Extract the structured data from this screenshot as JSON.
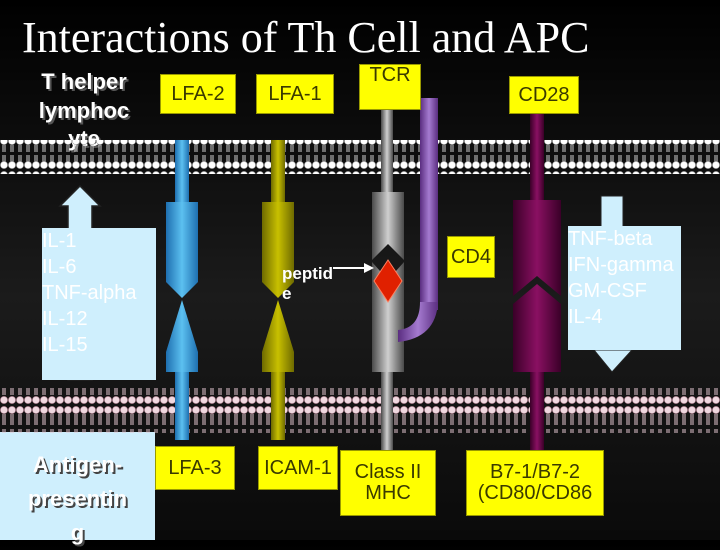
{
  "title": "Interactions of Th Cell and APC",
  "t_cell_label": [
    "T helper",
    "lymphoc",
    "yte"
  ],
  "apc_label": [
    "Antigen-",
    "presentin",
    "g"
  ],
  "t_molecules": {
    "lfa2": "LFA-2",
    "lfa1": "LFA-1",
    "tcr": "TCR",
    "cd28": "CD28",
    "cd4": "CD4"
  },
  "apc_molecules": {
    "lfa3": "LFA-3",
    "icam1": "ICAM-1",
    "mhc": [
      "Class II",
      "MHC"
    ],
    "b7": [
      "B7-1/B7-2",
      "(CD80/CD86"
    ]
  },
  "peptide": [
    "peptid",
    "e"
  ],
  "apc_cytokines": [
    "IL-1",
    "IL-6",
    "TNF-alpha",
    "IL-12",
    "IL-15"
  ],
  "t_cytokines": [
    "TNF-beta",
    "IFN-gamma",
    "GM-CSF",
    "IL-4"
  ],
  "colors": {
    "label_box": "#ffff00",
    "cytokine_box": "#cfeffd",
    "lfa2_lfa3": "#3fa9e0",
    "lfa1_icam1": "#b8b000",
    "mhc": "#b0b0b0",
    "peptide": "#e02000",
    "cd4": "#9060c0",
    "cd28_b7": "#660044"
  }
}
